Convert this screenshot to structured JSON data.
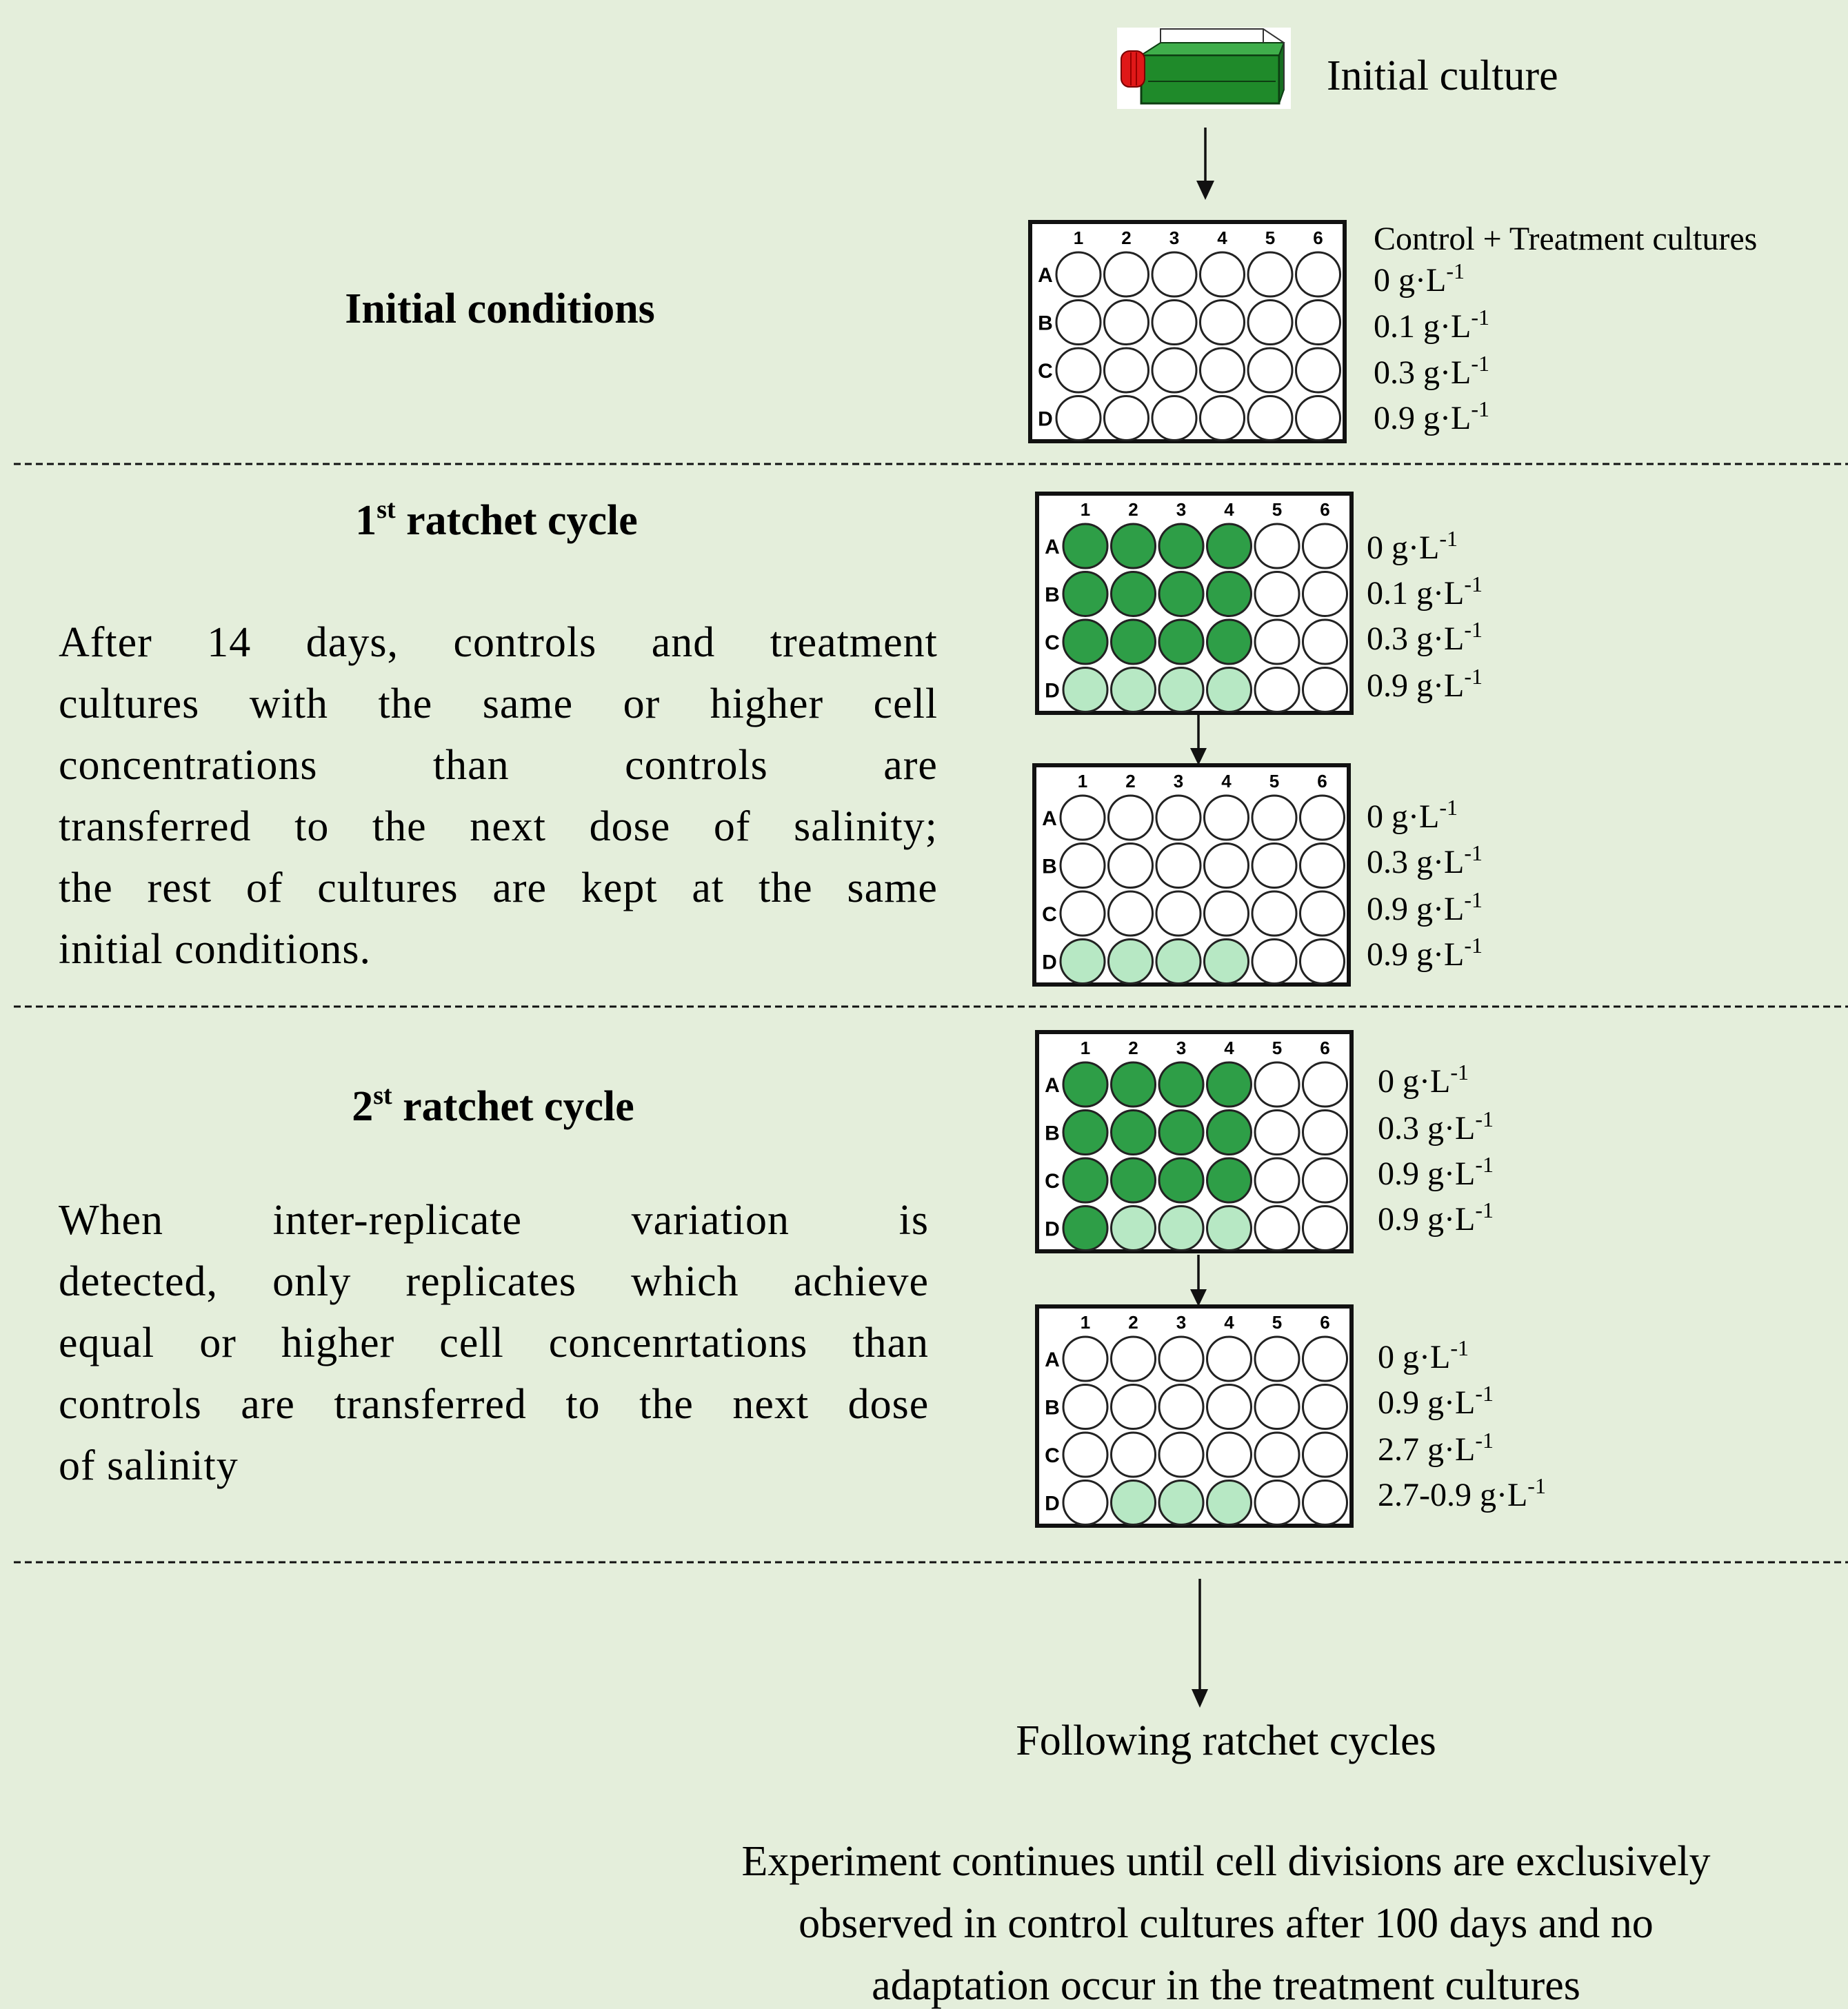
{
  "colors": {
    "background": "#e4eedb",
    "well_empty": "#ffffff",
    "well_dark_green": "#2e9e47",
    "well_light_green": "#b7e8c4",
    "flask_green": "#1f8a2a",
    "flask_cap_red": "#e01818"
  },
  "header": {
    "initial_culture": "Initial culture",
    "flask_icon": "culture-flask-icon"
  },
  "plate": {
    "columns": [
      "1",
      "2",
      "3",
      "4",
      "5",
      "6"
    ],
    "rows": [
      "A",
      "B",
      "C",
      "D"
    ]
  },
  "sections": [
    {
      "title": "Initial conditions",
      "plates": [
        {
          "header_label": "Control + Treatment cultures",
          "concentration_labels": [
            "0 g·L",
            "0.1 g·L",
            "0.3 g·L",
            "0.9 g·L"
          ],
          "superscript": "-1",
          "wells": [
            [
              "empty",
              "empty",
              "empty",
              "empty",
              "empty",
              "empty"
            ],
            [
              "empty",
              "empty",
              "empty",
              "empty",
              "empty",
              "empty"
            ],
            [
              "empty",
              "empty",
              "empty",
              "empty",
              "empty",
              "empty"
            ],
            [
              "empty",
              "empty",
              "empty",
              "empty",
              "empty",
              "empty"
            ]
          ]
        }
      ]
    },
    {
      "title_number": "1",
      "title_superscript": "st",
      "title_rest": " ratchet cycle",
      "text_lines": [
        "After 14 days, controls and treatment",
        "cultures with the same or higher cell",
        "concentrations than controls are",
        "transferred to the next dose of salinity;",
        "the rest of cultures are kept at the same",
        "initial conditions."
      ],
      "plates": [
        {
          "concentration_labels": [
            "0 g·L",
            "0.1 g·L",
            "0.3 g·L",
            "0.9 g·L"
          ],
          "superscript": "-1",
          "wells": [
            [
              "dark",
              "dark",
              "dark",
              "dark",
              "empty",
              "empty"
            ],
            [
              "dark",
              "dark",
              "dark",
              "dark",
              "empty",
              "empty"
            ],
            [
              "dark",
              "dark",
              "dark",
              "dark",
              "empty",
              "empty"
            ],
            [
              "light",
              "light",
              "light",
              "light",
              "empty",
              "empty"
            ]
          ]
        },
        {
          "concentration_labels": [
            "0 g·L",
            "0.3 g·L",
            "0.9 g·L",
            "0.9 g·L"
          ],
          "superscript": "-1",
          "wells": [
            [
              "empty",
              "empty",
              "empty",
              "empty",
              "empty",
              "empty"
            ],
            [
              "empty",
              "empty",
              "empty",
              "empty",
              "empty",
              "empty"
            ],
            [
              "empty",
              "empty",
              "empty",
              "empty",
              "empty",
              "empty"
            ],
            [
              "light",
              "light",
              "light",
              "light",
              "empty",
              "empty"
            ]
          ]
        }
      ]
    },
    {
      "title_number": "2",
      "title_superscript": "st",
      "title_rest": " ratchet cycle",
      "text_lines": [
        "When inter-replicate variation is",
        "detected, only replicates which achieve",
        "equal or higher cell concenrtations than",
        "controls are transferred to the next dose",
        "of salinity"
      ],
      "plates": [
        {
          "concentration_labels": [
            "0 g·L",
            "0.3 g·L",
            "0.9 g·L",
            "0.9 g·L"
          ],
          "superscript": "-1",
          "wells": [
            [
              "dark",
              "dark",
              "dark",
              "dark",
              "empty",
              "empty"
            ],
            [
              "dark",
              "dark",
              "dark",
              "dark",
              "empty",
              "empty"
            ],
            [
              "dark",
              "dark",
              "dark",
              "dark",
              "empty",
              "empty"
            ],
            [
              "dark",
              "light",
              "light",
              "light",
              "empty",
              "empty"
            ]
          ]
        },
        {
          "concentration_labels": [
            "0 g·L",
            "0.9 g·L",
            "2.7 g·L",
            "2.7-0.9 g·L"
          ],
          "superscript": "-1",
          "wells": [
            [
              "empty",
              "empty",
              "empty",
              "empty",
              "empty",
              "empty"
            ],
            [
              "empty",
              "empty",
              "empty",
              "empty",
              "empty",
              "empty"
            ],
            [
              "empty",
              "empty",
              "empty",
              "empty",
              "empty",
              "empty"
            ],
            [
              "empty",
              "light",
              "light",
              "light",
              "empty",
              "empty"
            ]
          ]
        }
      ]
    }
  ],
  "footer": {
    "following": "Following ratchet cycles",
    "conclusion_lines": [
      "Experiment continues until cell divisions are exclusively",
      "observed in control cultures after 100 days and no",
      "adaptation occur in the treatment cultures"
    ]
  }
}
